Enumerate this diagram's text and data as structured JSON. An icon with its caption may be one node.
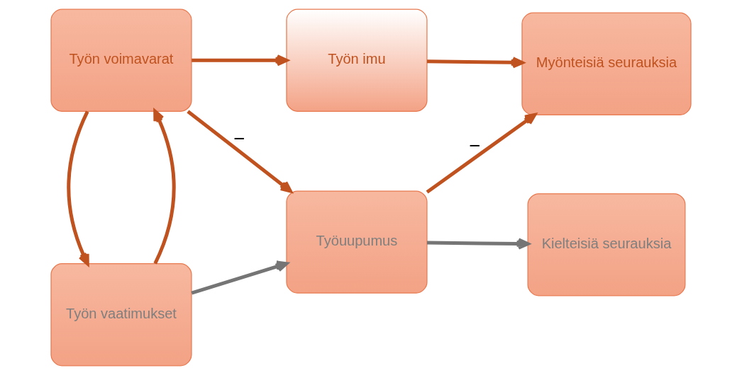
{
  "diagram": {
    "nodes": [
      {
        "text": [
          "Työn vaatimukset"
        ]
      },
      {
        "text": [
          "Työuupumus"
        ]
      },
      {
        "text": [
          "Kielteisiä seurauksia"
        ]
      },
      {
        "text": [
          "Työn voimavarat"
        ]
      },
      {
        "text": [
          "Työn imu"
        ]
      },
      {
        "text": [
          "Myönteisiä seurauksia"
        ]
      }
    ],
    "edges": [
      {
        "from": 0,
        "to": 1,
        "arrow": "to",
        "color": "#757575"
      },
      {
        "from": 1,
        "to": 2,
        "arrow": "to",
        "color": "#757575"
      },
      {
        "from": 0,
        "to": 3,
        "arrow": "to"
      },
      {
        "from": 3,
        "to": 0,
        "arrow": "to"
      },
      {
        "from": 3,
        "to": 1,
        "arrow": "to",
        "label": "−"
      },
      {
        "from": 1,
        "to": 5,
        "arrow": "to",
        "label": "−"
      },
      {
        "from": 3,
        "to": 4,
        "arrow": "to"
      },
      {
        "from": 4,
        "to": 5,
        "arrow": "to"
      }
    ]
  }
}
